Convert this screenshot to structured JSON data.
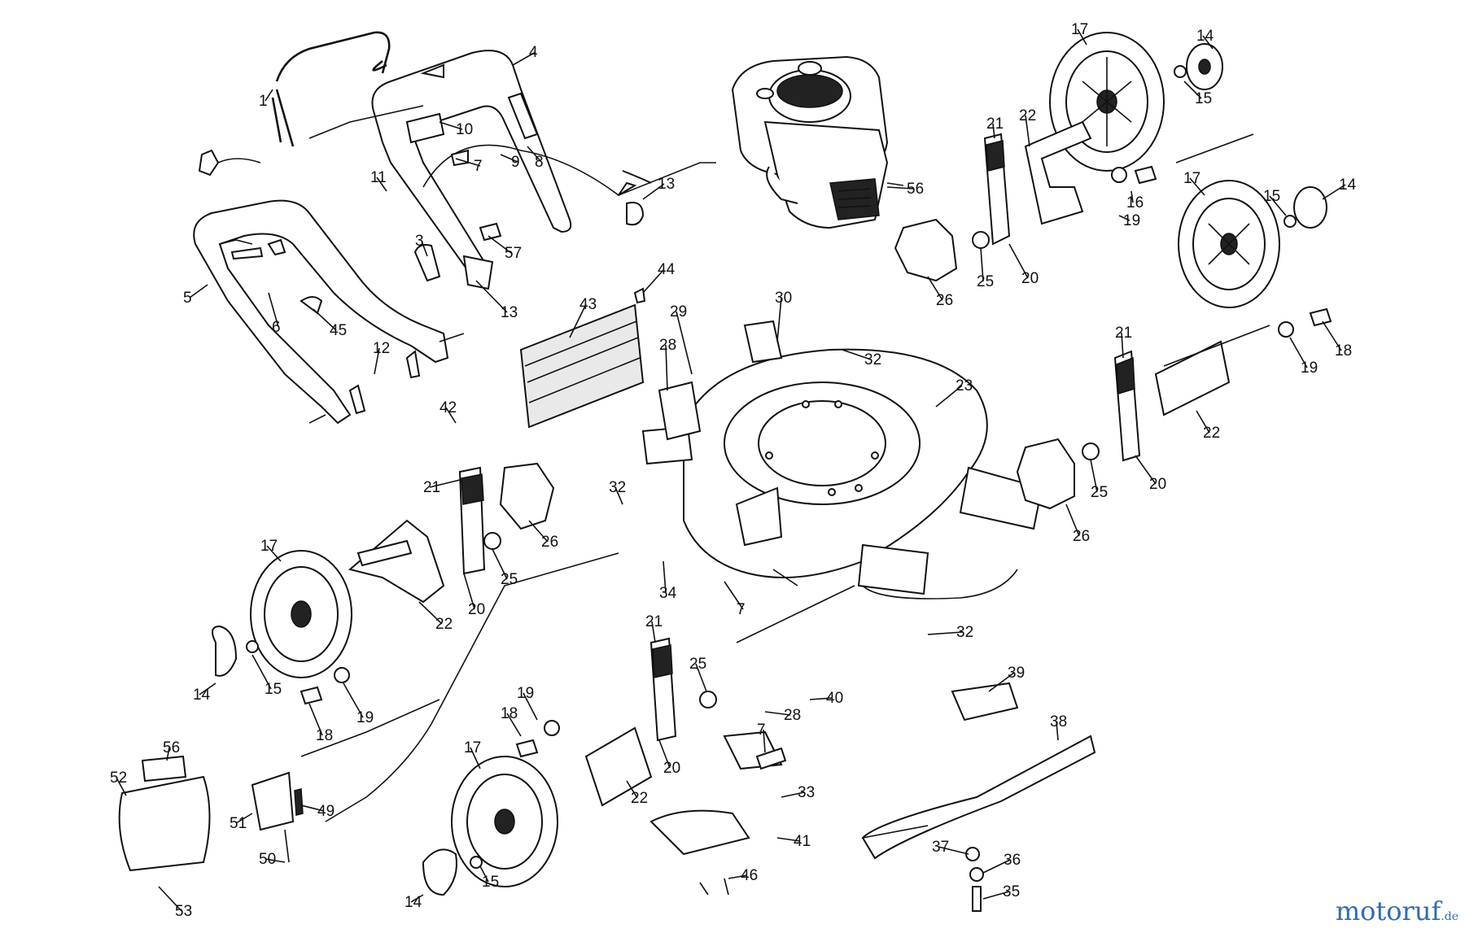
{
  "callouts": [
    {
      "id": "c1",
      "text": "1"
    },
    {
      "id": "c4",
      "text": "4"
    },
    {
      "id": "c10",
      "text": "10"
    },
    {
      "id": "c7a",
      "text": "7"
    },
    {
      "id": "c9",
      "text": "9"
    },
    {
      "id": "c8",
      "text": "8"
    },
    {
      "id": "c11",
      "text": "11"
    },
    {
      "id": "c13a",
      "text": "13"
    },
    {
      "id": "c3",
      "text": "3"
    },
    {
      "id": "c57",
      "text": "57"
    },
    {
      "id": "c13b",
      "text": "13"
    },
    {
      "id": "c5",
      "text": "5"
    },
    {
      "id": "c6",
      "text": "6"
    },
    {
      "id": "c45",
      "text": "45"
    },
    {
      "id": "c12",
      "text": "12"
    },
    {
      "id": "c43",
      "text": "43"
    },
    {
      "id": "c44",
      "text": "44"
    },
    {
      "id": "c29",
      "text": "29"
    },
    {
      "id": "c28",
      "text": "28"
    },
    {
      "id": "c30",
      "text": "30"
    },
    {
      "id": "c32a",
      "text": "32"
    },
    {
      "id": "c42",
      "text": "42"
    },
    {
      "id": "c56a",
      "text": "56"
    },
    {
      "id": "c21a",
      "text": "21"
    },
    {
      "id": "c22a",
      "text": "22"
    },
    {
      "id": "c17a",
      "text": "17"
    },
    {
      "id": "c14a",
      "text": "14"
    },
    {
      "id": "c15a",
      "text": "15"
    },
    {
      "id": "c16a",
      "text": "16"
    },
    {
      "id": "c19a",
      "text": "19"
    },
    {
      "id": "c25a",
      "text": "25"
    },
    {
      "id": "c20a",
      "text": "20"
    },
    {
      "id": "c26a",
      "text": "26"
    },
    {
      "id": "c17b",
      "text": "17"
    },
    {
      "id": "c15b",
      "text": "15"
    },
    {
      "id": "c14b",
      "text": "14"
    },
    {
      "id": "c18a",
      "text": "18"
    },
    {
      "id": "c19b",
      "text": "19"
    },
    {
      "id": "c21b",
      "text": "21"
    },
    {
      "id": "c23",
      "text": "23"
    },
    {
      "id": "c22b",
      "text": "22"
    },
    {
      "id": "c20b",
      "text": "20"
    },
    {
      "id": "c25b",
      "text": "25"
    },
    {
      "id": "c26b",
      "text": "26"
    },
    {
      "id": "c21c",
      "text": "21"
    },
    {
      "id": "c32b",
      "text": "32"
    },
    {
      "id": "c26c",
      "text": "26"
    },
    {
      "id": "c25c",
      "text": "25"
    },
    {
      "id": "c20c",
      "text": "20"
    },
    {
      "id": "c17c",
      "text": "17"
    },
    {
      "id": "c22c",
      "text": "22"
    },
    {
      "id": "c34",
      "text": "34"
    },
    {
      "id": "c7b",
      "text": "7"
    },
    {
      "id": "c32c",
      "text": "32"
    },
    {
      "id": "c14c",
      "text": "14"
    },
    {
      "id": "c15c",
      "text": "15"
    },
    {
      "id": "c18b",
      "text": "18"
    },
    {
      "id": "c19c",
      "text": "19"
    },
    {
      "id": "c21d",
      "text": "21"
    },
    {
      "id": "c25d",
      "text": "25"
    },
    {
      "id": "c28b",
      "text": "28"
    },
    {
      "id": "c40",
      "text": "40"
    },
    {
      "id": "c39",
      "text": "39"
    },
    {
      "id": "c20d",
      "text": "20"
    },
    {
      "id": "c19d",
      "text": "19"
    },
    {
      "id": "c18c",
      "text": "18"
    },
    {
      "id": "c17d",
      "text": "17"
    },
    {
      "id": "c22d",
      "text": "22"
    },
    {
      "id": "c7c",
      "text": "7"
    },
    {
      "id": "c33",
      "text": "33"
    },
    {
      "id": "c38",
      "text": "38"
    },
    {
      "id": "c56b",
      "text": "56"
    },
    {
      "id": "c52",
      "text": "52"
    },
    {
      "id": "c51",
      "text": "51"
    },
    {
      "id": "c49",
      "text": "49"
    },
    {
      "id": "c50",
      "text": "50"
    },
    {
      "id": "c53",
      "text": "53"
    },
    {
      "id": "c14d",
      "text": "14"
    },
    {
      "id": "c15d",
      "text": "15"
    },
    {
      "id": "c41",
      "text": "41"
    },
    {
      "id": "c46",
      "text": "46"
    },
    {
      "id": "c37",
      "text": "37"
    },
    {
      "id": "c36",
      "text": "36"
    },
    {
      "id": "c35",
      "text": "35"
    }
  ],
  "watermark": {
    "main": "motoruf",
    "tld": ".de",
    "color": "#2f6db3"
  }
}
